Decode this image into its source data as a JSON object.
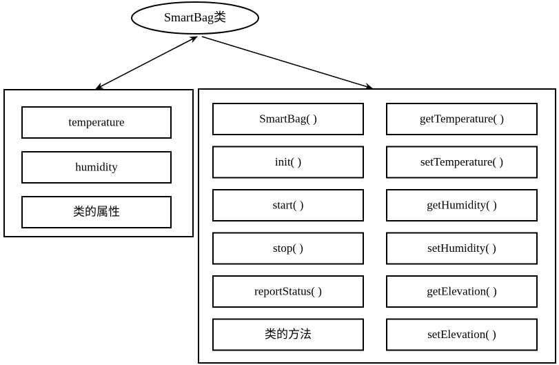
{
  "class_node": {
    "label": "SmartBag类"
  },
  "attributes_panel": {
    "items": [
      "temperature",
      "humidity",
      "类的属性"
    ]
  },
  "methods_panel": {
    "left_items": [
      "SmartBag( )",
      "init( )",
      "start( )",
      "stop( )",
      "reportStatus( )",
      "类的方法"
    ],
    "right_items": [
      "getTemperature( )",
      "setTemperature( )",
      "getHumidity( )",
      "setHumidity( )",
      "getElevation( )",
      "setElevation( )"
    ]
  }
}
